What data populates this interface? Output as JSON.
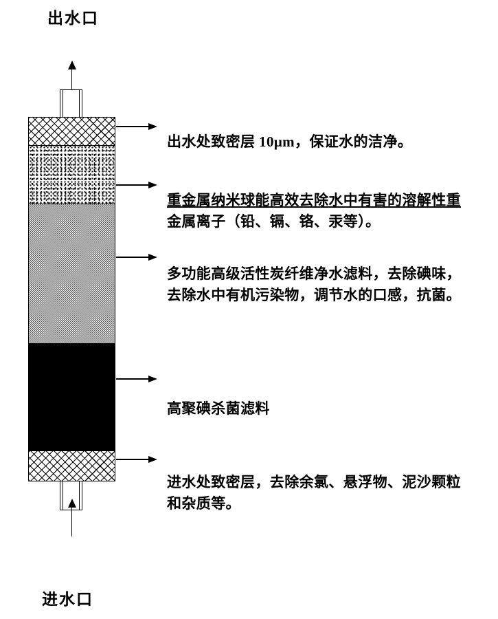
{
  "colors": {
    "ink": "#000000",
    "paper": "#ffffff",
    "carbon_gray": "#555555"
  },
  "icons": {
    "flow_up_arrow": "triangle-up",
    "pointer_right_arrow": "triangle-right"
  },
  "labels": {
    "outlet": "出水口",
    "inlet": "进水口"
  },
  "filter_column": {
    "layers": [
      {
        "name": "outlet-dense-layer",
        "pattern": "crosshatch"
      },
      {
        "name": "heavy-metal-nanosphere-layer",
        "pattern": "speckle"
      },
      {
        "name": "activated-carbon-fiber-layer",
        "pattern": "gray-checker"
      },
      {
        "name": "polyiodide-sterilizing-layer",
        "pattern": "black-dots"
      },
      {
        "name": "inlet-dense-layer",
        "pattern": "crosshatch"
      }
    ]
  },
  "annotations": [
    {
      "lines": [
        {
          "text": "出水处致密层 10μm，保证水的洁净。"
        }
      ]
    },
    {
      "lines": [
        {
          "text": "重金属纳米球能高效去除水中有害的溶解性重"
        },
        {
          "text": "金属离子（铅、镉、铬、汞等）。"
        }
      ]
    },
    {
      "lines": [
        {
          "text": "多功能高级活性炭纤维净水滤料，去除碘味，"
        },
        {
          "text": "去除水中有机污染物，调节水的口感，抗菌。"
        }
      ]
    },
    {
      "lines": [
        {
          "text": "高聚碘杀菌滤料"
        }
      ]
    },
    {
      "lines": [
        {
          "text": "进水处致密层，去除余氯、悬浮物、泥沙颗粒"
        },
        {
          "text": "和杂质等。"
        }
      ]
    }
  ]
}
